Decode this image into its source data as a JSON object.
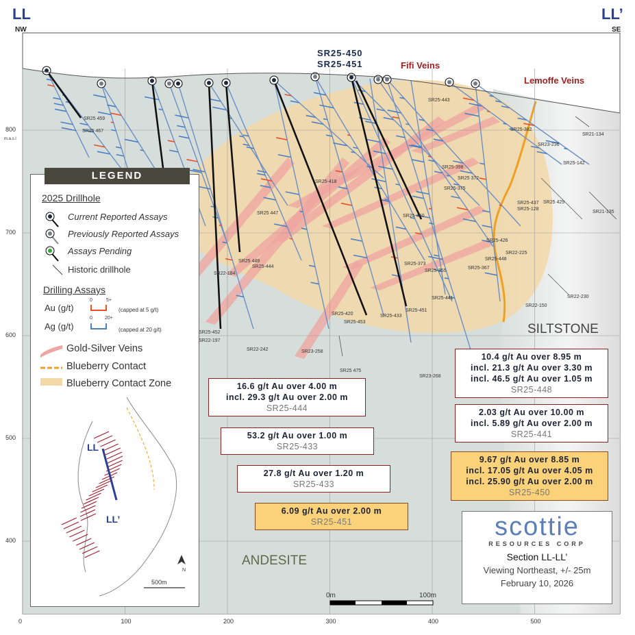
{
  "section": {
    "left_label": "LL",
    "right_label": "LL’",
    "left_dir": "NW",
    "right_dir": "SE"
  },
  "headers": {
    "holes_pair": [
      "SR25-450",
      "SR25-451"
    ],
    "fifi": "Fifi Veins",
    "lemoffe": "Lemoffe Veins"
  },
  "elevation_unit": "m.a.s.l",
  "y_ticks": [
    "800",
    "700",
    "600",
    "500",
    "400"
  ],
  "x_ticks": [
    "0",
    "100",
    "200",
    "300",
    "400",
    "500"
  ],
  "legend": {
    "title": "LEGEND",
    "drillhole_heading": "2025 Drillhole",
    "current": "Current Reported Assays",
    "previous": "Previously Reported Assays",
    "pending": "Assays Pending",
    "historic": "Historic drillhole",
    "assays_heading": "Drilling Assays",
    "au": "Au (g/t)",
    "au_min": "0",
    "au_max": "5+",
    "au_cap": "(capped at 5 g/t)",
    "ag": "Ag (g/t)",
    "ag_min": "0",
    "ag_max": "20+",
    "ag_cap": "(capped at 20 g/t)",
    "veins": "Gold-Silver Veins",
    "contact": "Blueberry Contact",
    "zone": "Blueberry Contact Zone",
    "inset_a": "LL",
    "inset_b": "LL’",
    "inset_scale": "500m",
    "north": "N"
  },
  "callouts": [
    {
      "lines": [
        "16.6 g/t Au over 4.00 m",
        "incl. 29.3 g/t Au over 2.00 m"
      ],
      "hole": "SR25-444",
      "highlight": false
    },
    {
      "lines": [
        "53.2 g/t Au over 1.00 m"
      ],
      "hole": "SR25-433",
      "highlight": false
    },
    {
      "lines": [
        "27.8 g/t Au over 1.20 m"
      ],
      "hole": "SR25-433",
      "highlight": false
    },
    {
      "lines": [
        "6.09 g/t Au over 2.00 m"
      ],
      "hole": "SR25-451",
      "highlight": true
    },
    {
      "lines": [
        "10.4 g/t Au over 8.95 m",
        "incl. 21.3 g/t Au over 3.30 m",
        "incl. 46.5 g/t Au over 1.05 m"
      ],
      "hole": "SR25-448",
      "highlight": false
    },
    {
      "lines": [
        "2.03 g/t Au over 10.00 m",
        "incl. 5.89 g/t Au over 2.00 m"
      ],
      "hole": "SR25-441",
      "highlight": false
    },
    {
      "lines": [
        "9.67 g/t Au over 8.85 m",
        "incl. 17.05 g/t Au over 4.05 m",
        "incl. 25.90 g/t Au over 2.00 m"
      ],
      "hole": "SR25-450",
      "highlight": true
    }
  ],
  "rocks": {
    "siltstone": "SILTSTONE",
    "andesite": "ANDESITE"
  },
  "scale": {
    "start": "0m",
    "end": "100m"
  },
  "title_block": {
    "logo": "scottie",
    "logo_sub": "RESOURCES CORP",
    "section": "Section LL-LL’",
    "view": "Viewing Northeast, +/- 25m",
    "date": "February 10, 2026"
  },
  "hole_labels": [
    "SR25 459",
    "SR25 467",
    "SR25-452",
    "SR25 449",
    "SR25 447",
    "SR25-444",
    "SR25-420",
    "SR25-453",
    "SR25-433",
    "SR25-451",
    "SR25 475",
    "SR25-460",
    "SR25-448",
    "SR25-367",
    "SR25-426",
    "SR25-437",
    "SR25 429",
    "SR25-142",
    "SR25-382",
    "SR25-443",
    "SR25 372",
    "SR25-375",
    "SR25-398",
    "SR25-128",
    "SR25-373",
    "SR25-355",
    "SR25-441",
    "SR25-418",
    "SR22-225",
    "SR22-150",
    "SR22-230",
    "SR21-134",
    "SR21-135",
    "SR22-197",
    "SR22-184",
    "SR22-242",
    "SR23-258",
    "SR23-268",
    "SR23-236"
  ],
  "colors": {
    "andesite": "#d6dedb",
    "siltstone": "#e4e4e4",
    "zone": "#f3d8a8",
    "vein": "#eea6a0",
    "au": "#e8502a",
    "ag": "#4a7fc4",
    "contact": "#f0a020",
    "current": "#111111"
  }
}
